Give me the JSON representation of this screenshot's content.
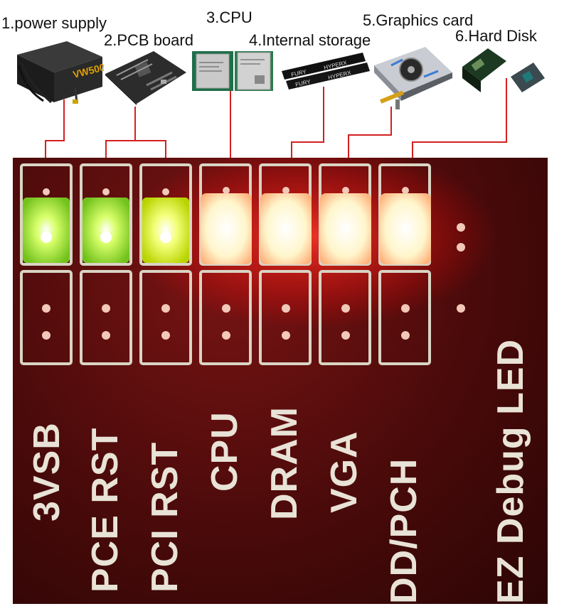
{
  "labels": {
    "power_supply": "1.power supply",
    "pcb_board": "2.PCB board",
    "cpu": "3.CPU",
    "internal_storage": "4.Internal storage",
    "graphics_card": "5.Graphics card",
    "hard_disk": "6.Hard Disk"
  },
  "psu": {
    "brand_text": "VW500"
  },
  "ram": {
    "stick1_text": "FURY",
    "stick1_model": "HYPERX",
    "stick2_text": "FURY",
    "stick2_model": "HYPERX"
  },
  "board": {
    "silkscreen": [
      "3VSB",
      "PCE RST",
      "PCI RST",
      "CPU",
      "DRAM",
      "VGA",
      "DD/PCH",
      "EZ Debug LED"
    ]
  },
  "colors": {
    "board": "#4a0a0a",
    "silkscreen": "#e8e3d6",
    "led_green": "#b8ff3a",
    "led_white": "#fff6cc",
    "connector_line": "#d32020"
  }
}
